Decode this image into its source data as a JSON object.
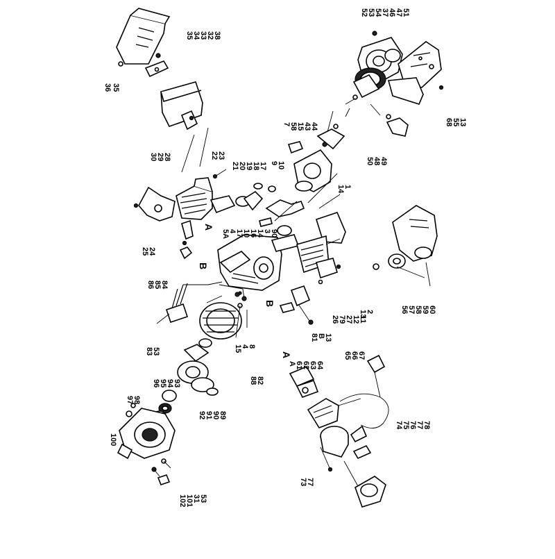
{
  "diagram": {
    "parts": [
      {
        "id": "body-housing",
        "numbers": [
          "36",
          "35"
        ]
      },
      {
        "id": "lid-clip",
        "numbers": [
          "35",
          "34",
          "33",
          "32",
          "38"
        ]
      },
      {
        "id": "air-filter",
        "numbers": [
          "30",
          "29",
          "28"
        ]
      },
      {
        "id": "cylinder-head",
        "numbers": [
          "22",
          "23"
        ]
      },
      {
        "id": "piston",
        "numbers": [
          "21",
          "20",
          "19",
          "18",
          "17"
        ]
      },
      {
        "id": "piston-ring",
        "numbers": [
          "9",
          "10"
        ]
      },
      {
        "id": "cylinder-bracket",
        "numbers": [
          "25",
          "24"
        ]
      },
      {
        "id": "spark-plug",
        "numbers": [
          "86",
          "85",
          "84"
        ]
      },
      {
        "id": "crankcase",
        "numbers": [
          "5A",
          "4",
          "17",
          "10",
          "16",
          "14",
          "3",
          "90"
        ]
      },
      {
        "id": "crank-half",
        "numbers": [
          "7",
          "58",
          "15",
          "43",
          "44"
        ]
      },
      {
        "id": "bearing-seal",
        "numbers": [
          "14",
          "1"
        ]
      },
      {
        "id": "starter-recoil",
        "numbers": [
          "52",
          "53",
          "54",
          "37",
          "46",
          "47",
          "51"
        ]
      },
      {
        "id": "fuel-tank-cover",
        "numbers": [
          "68",
          "55",
          "13"
        ]
      },
      {
        "id": "pull-handle",
        "numbers": [
          "50",
          "48",
          "49"
        ]
      },
      {
        "id": "clutch-assembly",
        "numbers": [
          "26",
          "79",
          "27",
          "12",
          "11"
        ]
      },
      {
        "id": "throttle-bracket",
        "numbers": [
          "13",
          "2"
        ]
      },
      {
        "id": "ignition-coil",
        "numbers": [
          "81",
          "B",
          "13"
        ]
      },
      {
        "id": "fan-cover",
        "numbers": [
          "56",
          "57",
          "58",
          "59",
          "60"
        ]
      },
      {
        "id": "coil-stand",
        "numbers": [
          "83",
          "53"
        ]
      },
      {
        "id": "flywheel",
        "numbers": [
          "15",
          "4",
          "8"
        ]
      },
      {
        "id": "flywheel-cup",
        "numbers": [
          "88",
          "82"
        ]
      },
      {
        "id": "clutch-drum",
        "numbers": [
          "92",
          "91",
          "90",
          "89"
        ]
      },
      {
        "id": "carb-gasket",
        "numbers": [
          "A",
          "61",
          "62",
          "63",
          "64"
        ]
      },
      {
        "id": "throttle-cable",
        "numbers": [
          "65",
          "66",
          "67"
        ]
      },
      {
        "id": "gear-case",
        "numbers": [
          "96",
          "95",
          "94",
          "93"
        ]
      },
      {
        "id": "gear-shaft-bolts",
        "numbers": [
          "97",
          "98"
        ]
      },
      {
        "id": "shaft-housing",
        "numbers": [
          "100"
        ]
      },
      {
        "id": "housing-screws",
        "numbers": [
          "102",
          "101",
          "31",
          "53"
        ]
      },
      {
        "id": "fuel-cap",
        "numbers": [
          "74",
          "75",
          "76",
          "77",
          "78"
        ]
      },
      {
        "id": "filter-bolt",
        "numbers": [
          "73",
          "77"
        ]
      }
    ],
    "markers": [
      "A",
      "A",
      "B",
      "B"
    ]
  }
}
